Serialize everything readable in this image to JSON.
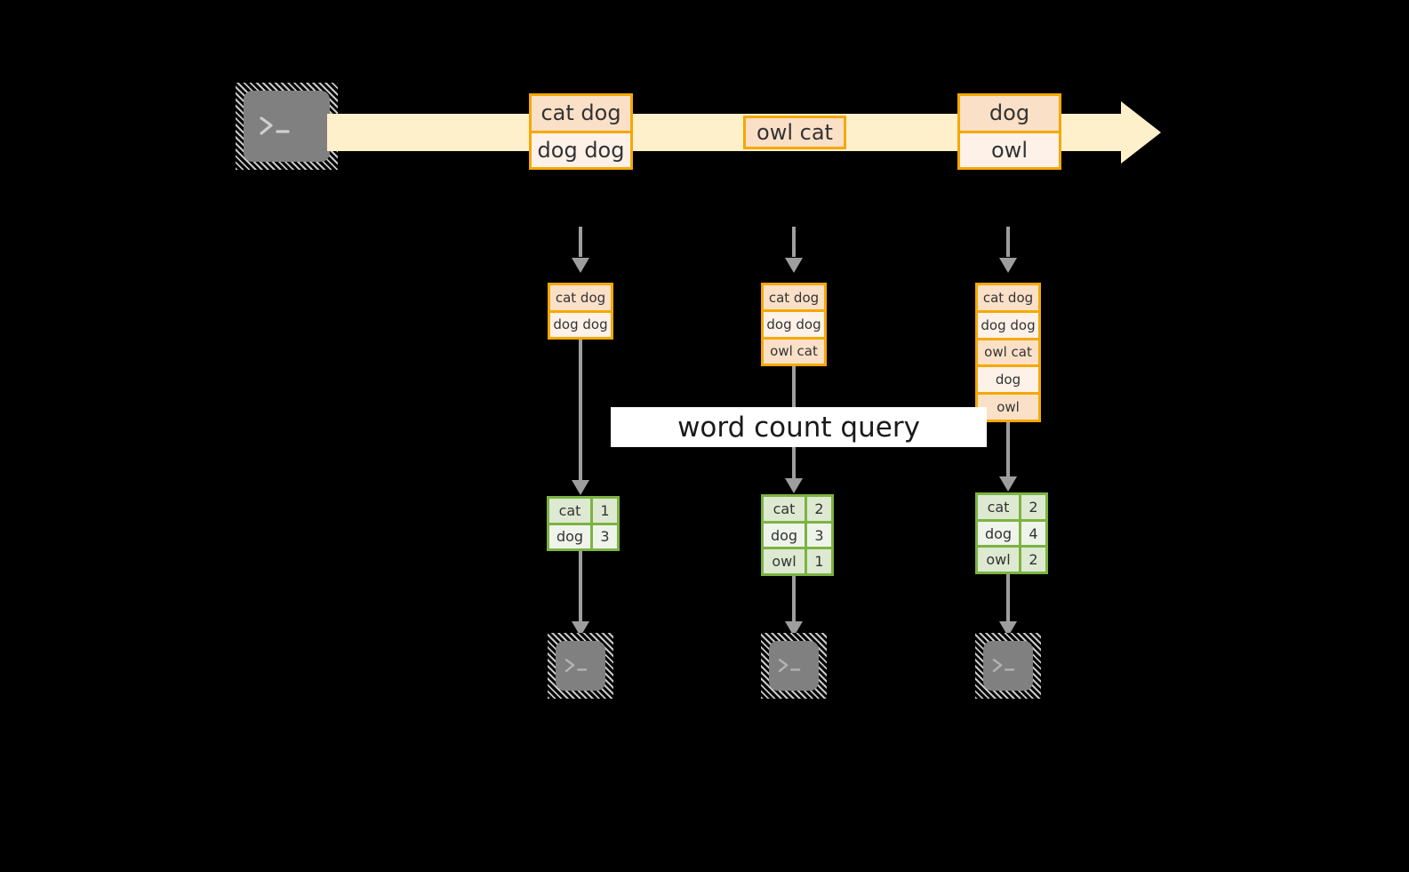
{
  "diagram": {
    "background_color": "#000000",
    "stream": {
      "band_color": "#FFF0CC",
      "source_icon": "terminal-icon",
      "records": [
        {
          "lines": [
            "cat dog",
            "dog dog"
          ]
        },
        {
          "lines": [
            "owl cat"
          ]
        },
        {
          "lines": [
            "dog",
            "owl"
          ]
        }
      ]
    },
    "query_label": "word count query",
    "accent_orange": "#F5A800",
    "accent_green": "#7CB342",
    "arrow_gray": "#9E9E9E",
    "columns": [
      {
        "stack": [
          "cat dog",
          "dog dog"
        ],
        "result": {
          "rows": [
            {
              "key": "cat",
              "value": "1"
            },
            {
              "key": "dog",
              "value": "3"
            }
          ]
        },
        "sink_icon": "terminal-icon"
      },
      {
        "stack": [
          "cat dog",
          "dog dog",
          "owl cat"
        ],
        "result": {
          "rows": [
            {
              "key": "cat",
              "value": "2"
            },
            {
              "key": "dog",
              "value": "3"
            },
            {
              "key": "owl",
              "value": "1"
            }
          ]
        },
        "sink_icon": "terminal-icon"
      },
      {
        "stack": [
          "cat dog",
          "dog dog",
          "owl cat",
          "dog",
          "owl"
        ],
        "result": {
          "rows": [
            {
              "key": "cat",
              "value": "2"
            },
            {
              "key": "dog",
              "value": "4"
            },
            {
              "key": "owl",
              "value": "2"
            }
          ]
        },
        "sink_icon": "terminal-icon"
      }
    ]
  }
}
